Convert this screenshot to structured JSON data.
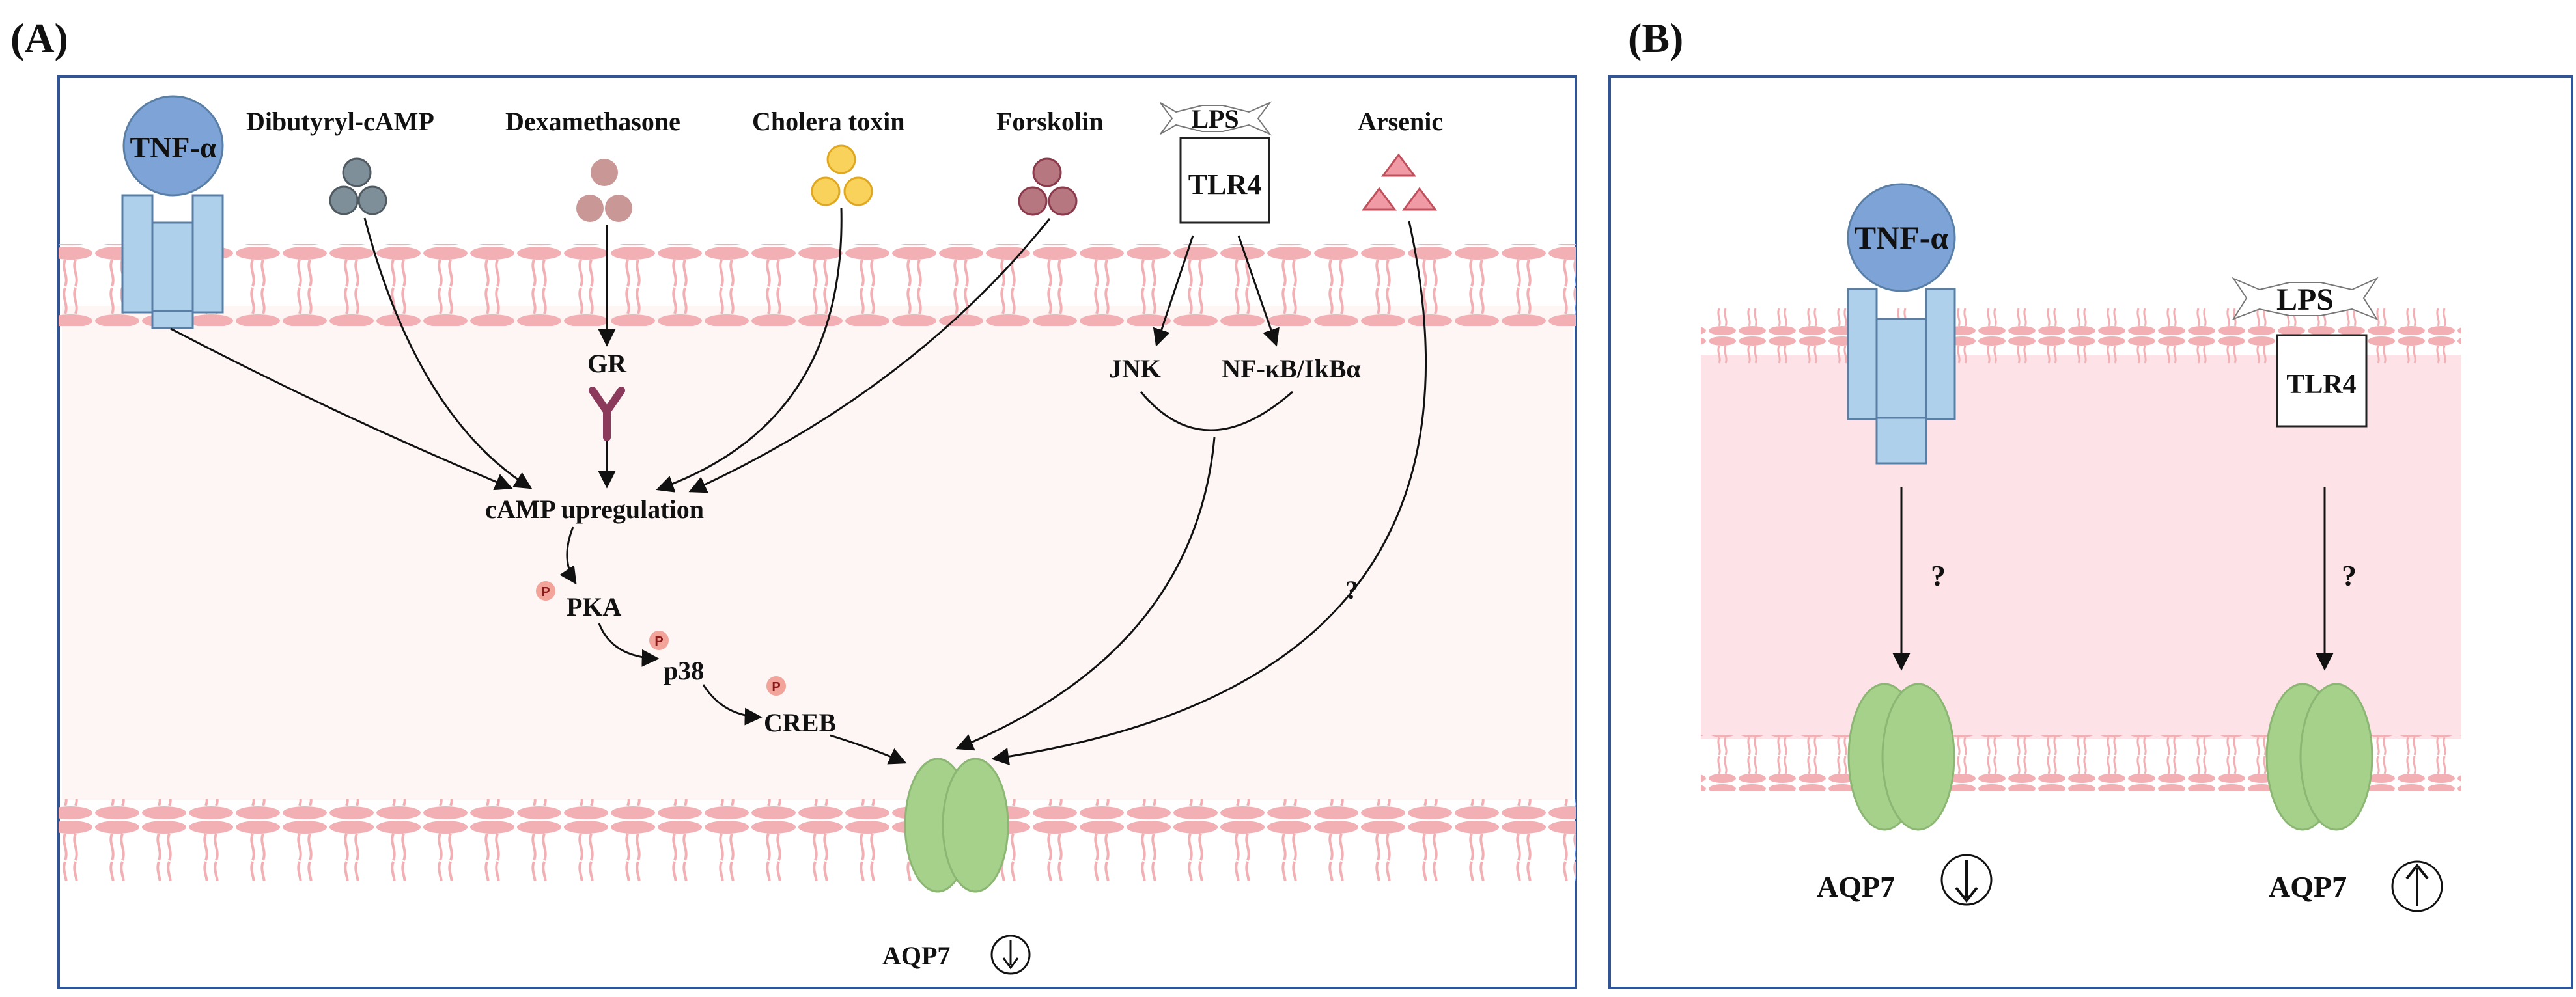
{
  "panel_a": {
    "label": "(A)",
    "stimuli": {
      "tnf": "TNF-α",
      "dibutyryl": "Dibutyryl-cAMP",
      "dexamethasone": "Dexamethasone",
      "cholera": "Cholera toxin",
      "forskolin": "Forskolin",
      "lps": "LPS",
      "tlr4": "TLR4",
      "arsenic": "Arsenic"
    },
    "intermediates": {
      "gr": "GR",
      "camp_up": "cAMP  upregulation",
      "pka": "PKA",
      "p38": "p38",
      "creb": "CREB",
      "jnk": "JNK",
      "nfkb": "NF-κB/IkBα",
      "phospho": "P",
      "unknown": "?"
    },
    "target": {
      "name": "AQP7",
      "trend": "down"
    }
  },
  "panel_b": {
    "label": "(B)",
    "tnf": "TNF-α",
    "lps": "LPS",
    "tlr4": "TLR4",
    "question": "?",
    "targets": [
      {
        "name": "AQP7",
        "trend": "down"
      },
      {
        "name": "AQP7",
        "trend": "up"
      }
    ]
  },
  "colors": {
    "membrane": "#f2b0b4",
    "cytoplasm_a": "#fdf6f5",
    "cytoplasm_b": "#fde3e7",
    "receptor": "#aed0ea",
    "tnf": "#7ea3d6",
    "aqp7": "#a5d18b",
    "gr": "#8c3a5c",
    "phospho": "#f3a49a",
    "dibutyryl": "#7f8f99",
    "dexamethasone": "#c99896",
    "cholera": "#f8d25a",
    "forskolin": "#b77780",
    "arsenic": "#ef9aa4",
    "panel_border": "#2f5597"
  }
}
